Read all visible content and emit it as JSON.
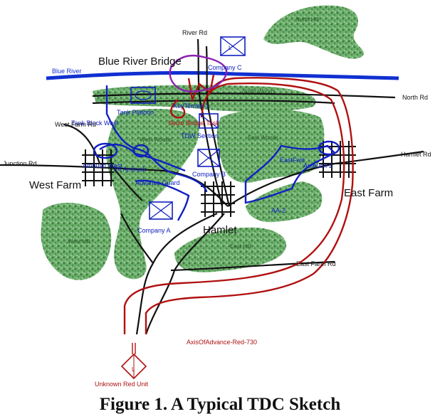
{
  "caption": "Figure 1. A Typical TDC Sketch",
  "colors": {
    "forest": "#5a9e5a",
    "forest_edge": "#3f7a3f",
    "blue_unit": "#1020c0",
    "red_unit": "#b01010",
    "road": "#111111",
    "river": "#1030d0"
  },
  "roads": {
    "river_rd": "River Rd",
    "north_rd": "North Rd",
    "hamlet_rd": "Hamlet Rd",
    "junction_rd": "Junction Rd",
    "west_farm_rd": "West Farm Rd",
    "east_farm_rd": "East Farm Rd",
    "blue_river": "Blue River"
  },
  "places": {
    "blue_river_bridge": "Blue River Bridge",
    "west_farm": "West Farm",
    "east_farm": "East Farm",
    "hamlet": "Hamlet",
    "north_hill": "North Hill",
    "west_hill": "West Hill",
    "east_hill": "East Hill",
    "west_woods": "West Woods",
    "east_woods": "East Woods",
    "north_woods": "North Woods"
  },
  "units": {
    "company_c": "Company C",
    "company_b": "Company B",
    "company_a": "Company A",
    "tank_platoon": "Tank Platoon",
    "tdw_section": "TDW Section",
    "unknown_red": "Unknown Red Unit",
    "unit_letter": "L"
  },
  "tasks": {
    "key_terrain": "KeyTerrain-1",
    "seize_bridge": "Seize Bridge Task",
    "tank_block": "Tank Block West",
    "ambush_west": "Ambush West",
    "platoon_ambush": "Plt Ambush",
    "advance_guard": "Advance Guard",
    "aa2": "AA-2",
    "east_fwd": "EastFwd",
    "ambush_2": "Ambush-2",
    "axis_of_advance": "AxisOfAdvance-Red-730"
  }
}
